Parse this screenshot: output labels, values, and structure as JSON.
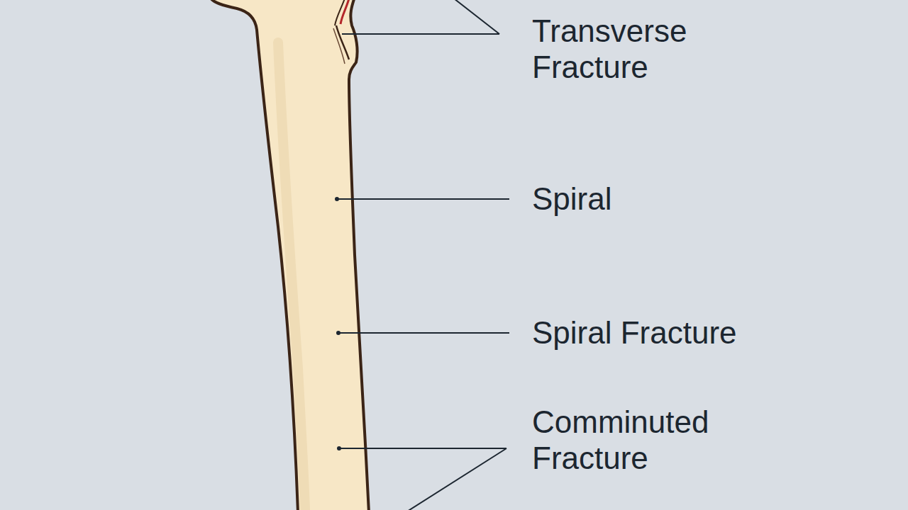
{
  "diagram": {
    "labels": [
      "Transverse Fracture",
      "Spiral",
      "Spiral Fracture",
      "Comminuted Fracture"
    ]
  }
}
